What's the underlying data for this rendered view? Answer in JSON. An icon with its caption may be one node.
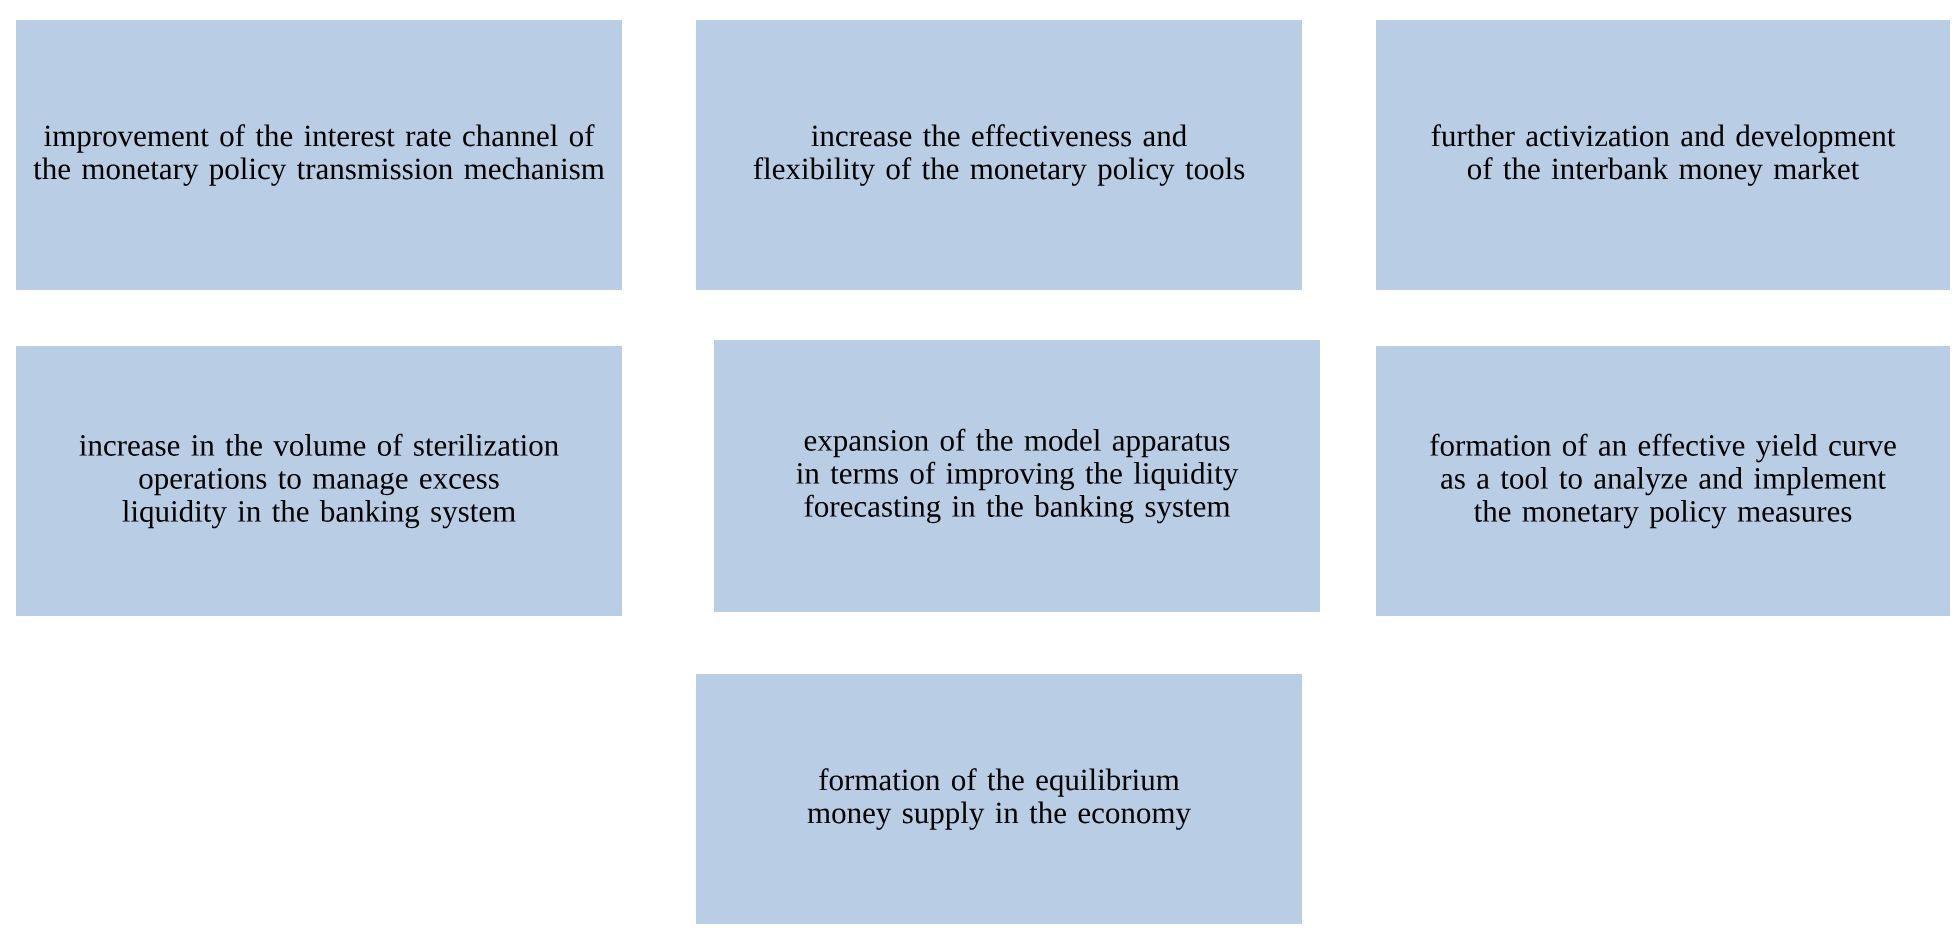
{
  "diagram": {
    "nodes": [
      {
        "text": [
          "improvement of the interest rate channel of the monetary policy transmission mechanism"
        ]
      },
      {
        "text": [
          "increase the effectiveness and flexibility of the monetary policy tools"
        ]
      },
      {
        "text": [
          "further activization and development of the interbank money market"
        ]
      },
      {
        "text": [
          "increase in the volume of sterilization operations to manage excess liquidity in the banking system"
        ]
      },
      {
        "text": [
          "expansion of the model apparatus in terms of improving the liquidity forecasting in the banking system"
        ]
      },
      {
        "text": [
          "formation of an effective yield curve as a tool to analyze and implement the monetary policy measures"
        ]
      },
      {
        "text": [
          "formation of the equilibrium money supply in the economy"
        ]
      }
    ]
  }
}
